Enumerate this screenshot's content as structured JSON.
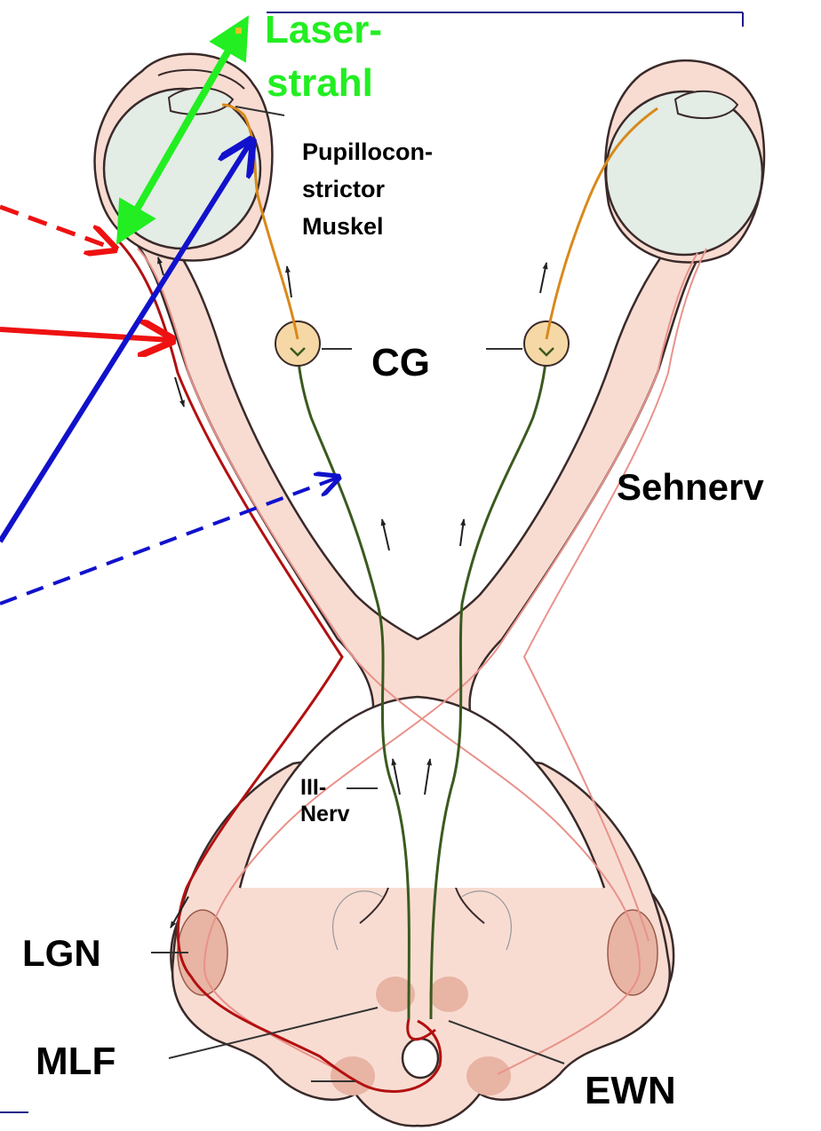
{
  "labels": {
    "laser_line1": "Laser-",
    "laser_line2": "strahl",
    "muscle_line1": "Pupillocon-",
    "muscle_line2": "strictor",
    "muscle_line3": "Muskel",
    "cg": "CG",
    "sehnerv": "Sehnerv",
    "third_nerve_line1": "III-",
    "third_nerve_line2": "Nerv",
    "lgn": "LGN",
    "mlf": "MLF",
    "ewn": "EWN"
  },
  "colors": {
    "laser_green": "#22ee22",
    "afferent_red": "#ee1111",
    "probe_blue": "#1111cc",
    "efferent_green": "#3a5a1e",
    "ciliary_orange": "#d9891a",
    "tissue_pink": "#f8dcd2",
    "tissue_outline": "#3a2a2a",
    "nucleus_pink": "#e8b4a4",
    "eye_fill": "#e3ece5",
    "ganglion_fill": "#f6d8a6",
    "frame_blue": "#1a1a8a"
  },
  "icons": [
    "arrow-head-icon",
    "axon-direction-arrow-icon"
  ]
}
